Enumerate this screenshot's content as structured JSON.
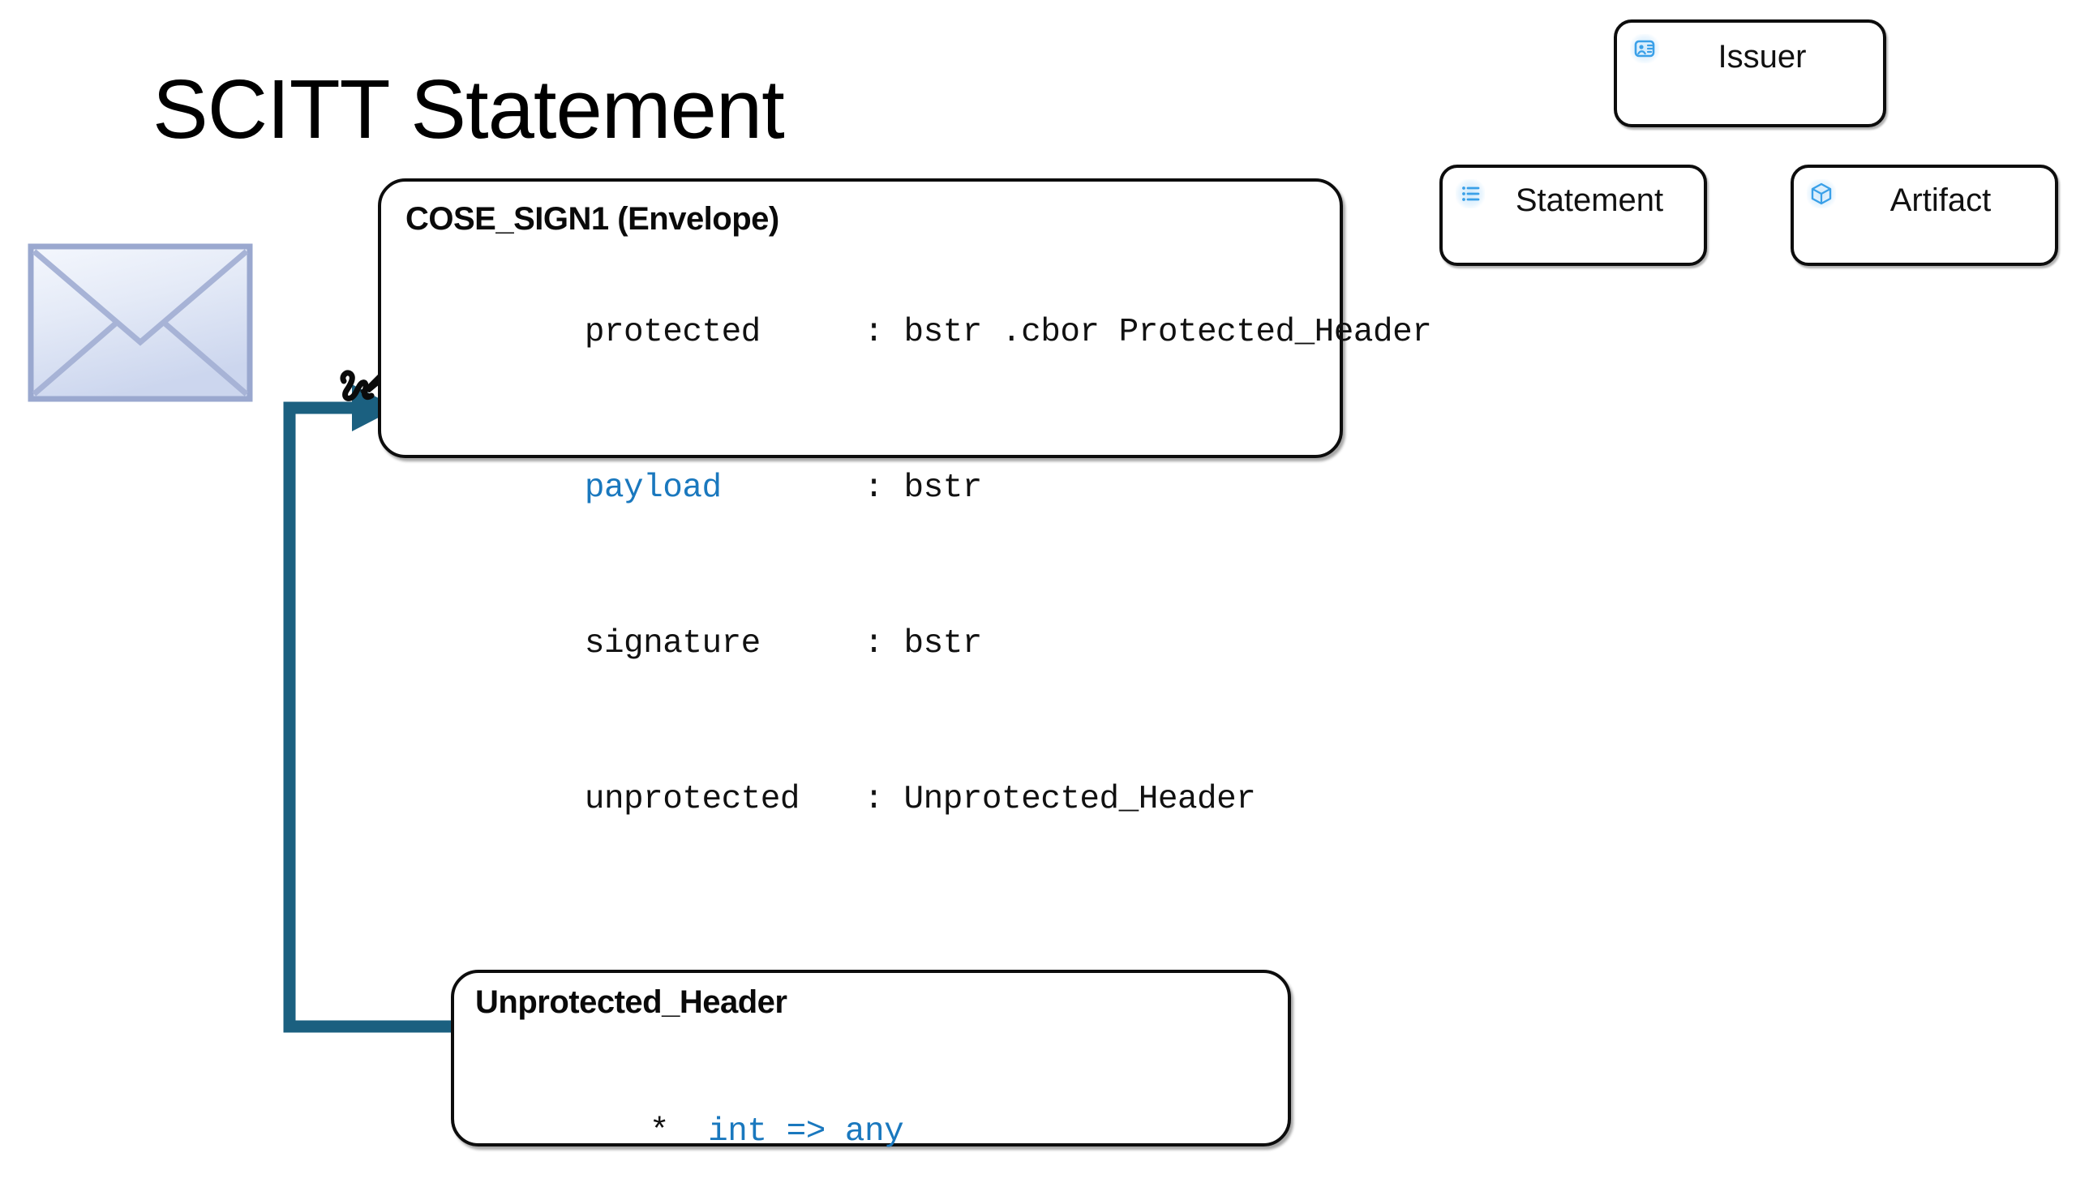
{
  "page": {
    "title": "SCITT Statement",
    "background_color": "#ffffff"
  },
  "colors": {
    "accent_blue": "#1a78be",
    "connector_teal": "#1b6080",
    "box_border": "#0d0d0d",
    "envelope_border": "#9aa8cf",
    "envelope_fill": "#dfe6f5",
    "legend_icon_blue": "#3aa0e8"
  },
  "icons": {
    "envelope": "envelope-icon",
    "pen": "signature-pen-icon",
    "issuer_badge": "issuer-badge-icon",
    "statement_list": "list-icon",
    "artifact_cube": "cube-icon"
  },
  "cose_box": {
    "title": "COSE_SIGN1 (Envelope)",
    "fields": [
      {
        "name": "protected",
        "sep": ":",
        "type": "bstr .cbor Protected_Header",
        "highlight": false
      },
      {
        "name": "payload",
        "sep": ":",
        "type": "bstr",
        "highlight": true
      },
      {
        "name": "signature",
        "sep": ":",
        "type": "bstr",
        "highlight": false
      },
      {
        "name": "unprotected",
        "sep": ":",
        "type": "Unprotected_Header",
        "highlight": false
      }
    ]
  },
  "unprotected_box": {
    "title": "Unprotected_Header",
    "entries": [
      {
        "star": "*",
        "code": "int => any"
      }
    ]
  },
  "legend": {
    "items": [
      {
        "label": "Issuer",
        "icon": "issuer-badge-icon"
      },
      {
        "label": "Statement",
        "icon": "list-icon"
      },
      {
        "label": "Artifact",
        "icon": "cube-icon"
      }
    ]
  },
  "connector": {
    "label": "",
    "from": "unprotected_header",
    "to": "cose_sign1.unprotected",
    "color": "#1b6080"
  }
}
